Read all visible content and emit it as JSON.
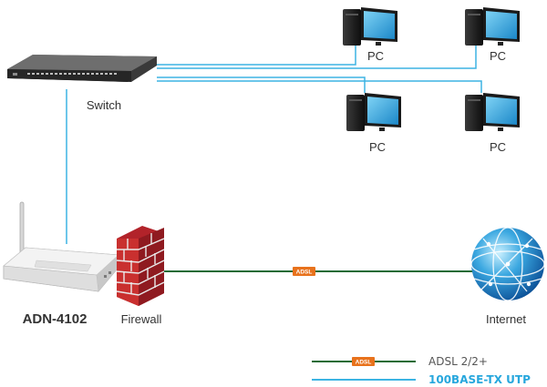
{
  "devices": {
    "switch": {
      "label": "Switch"
    },
    "pcs": [
      {
        "label": "PC"
      },
      {
        "label": "PC"
      },
      {
        "label": "PC"
      },
      {
        "label": "PC"
      }
    ],
    "router": {
      "label": "ADN-4102"
    },
    "firewall": {
      "label": "Firewall"
    },
    "internet": {
      "label": "Internet"
    }
  },
  "link_badge": "ADSL",
  "legend": {
    "items": [
      {
        "badge": "ADSL",
        "label": "ADSL 2/2+",
        "color": "#1d6b35"
      },
      {
        "label": "100BASE-TX UTP",
        "color": "#3db4e3"
      }
    ]
  },
  "colors": {
    "utp": "#3db4e3",
    "adsl": "#1d6b35",
    "badge": "#e8721c",
    "legend_utp_text": "#27a7dd",
    "legend_adsl_text": "#555555"
  }
}
